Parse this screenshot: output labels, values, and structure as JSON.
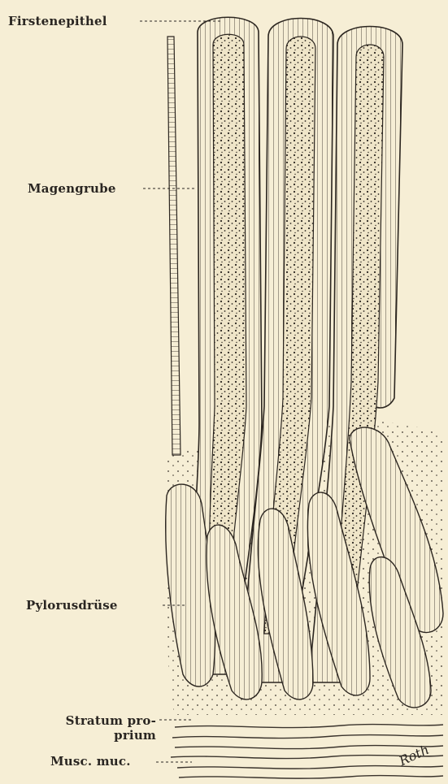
{
  "labels": {
    "firstenepithel": "Firstenepithel",
    "magengrube": "Magengrube",
    "pylorusdruese": "Pylorusdrüse",
    "stratum_proprium_1": "Stratum pro-",
    "stratum_proprium_2": "prium",
    "musc_muc": "Musc. muc."
  },
  "signature": "Roth",
  "colors": {
    "paper": "#f6eed5",
    "ink": "#2a2622"
  }
}
